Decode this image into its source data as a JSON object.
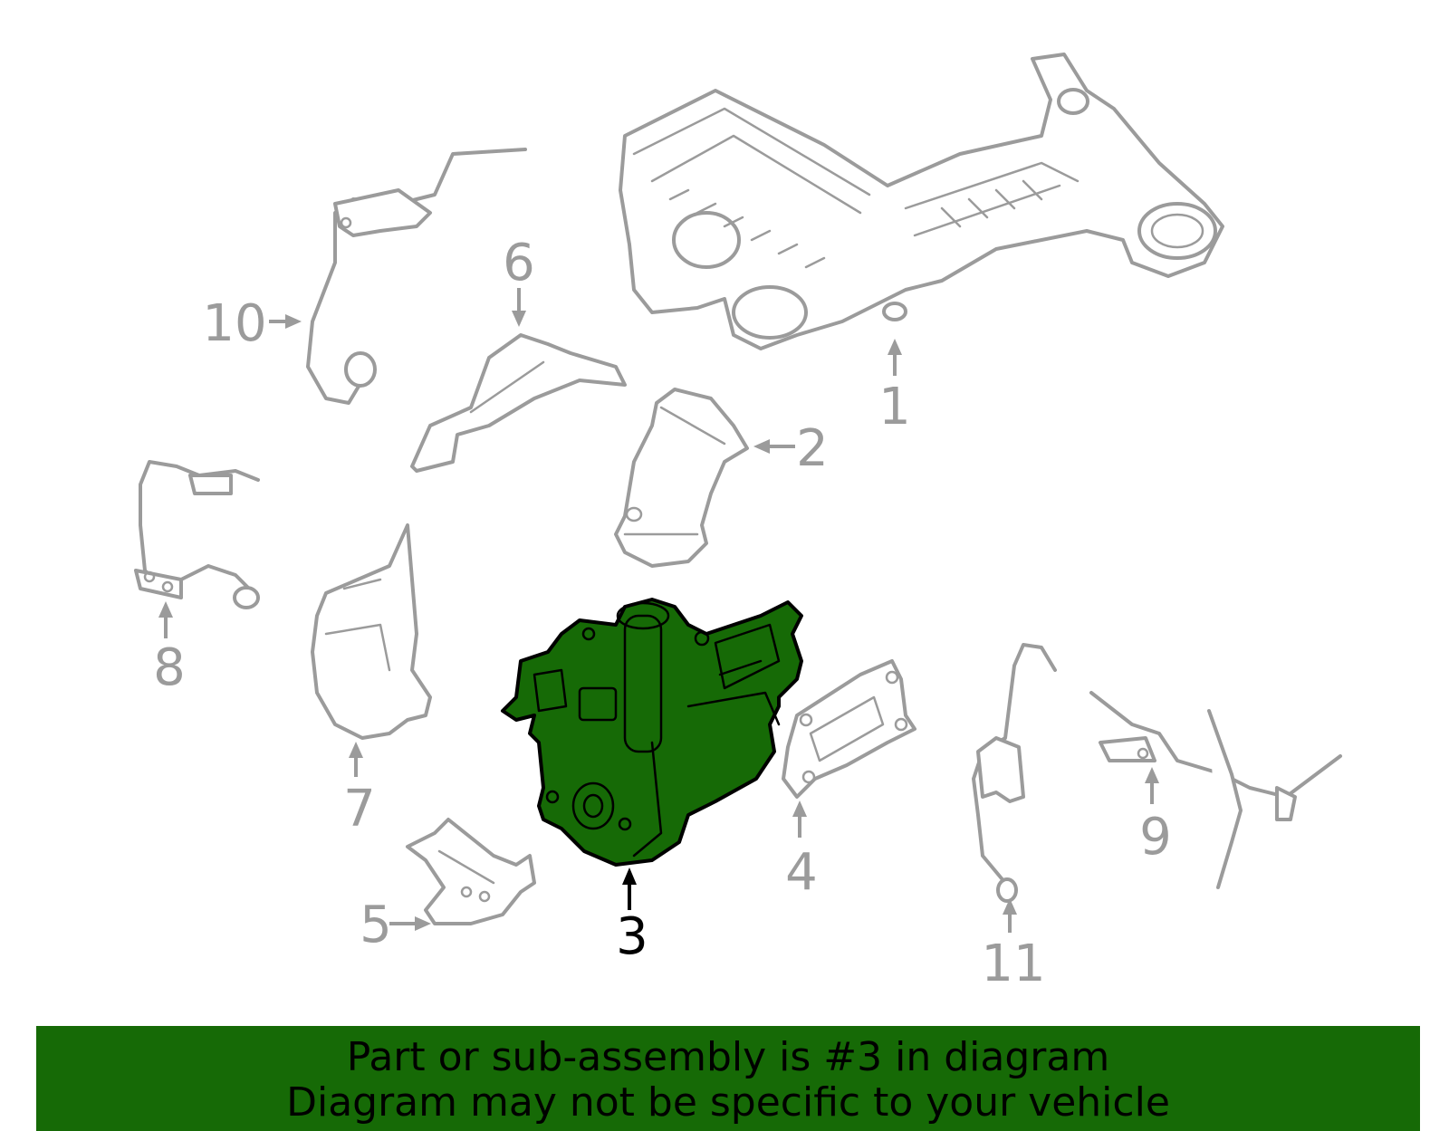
{
  "banner": {
    "line1": "Part or sub-assembly is #3 in diagram",
    "line2": "Diagram may not be specific to your vehicle"
  },
  "colors": {
    "highlight_fill": "#166a06",
    "banner_background": "#166a06",
    "part_outline": "#9b9b9b",
    "highlight_outline": "#000000"
  },
  "callouts": {
    "c1": "1",
    "c2": "2",
    "c3": "3",
    "c4": "4",
    "c5": "5",
    "c6": "6",
    "c7": "7",
    "c8": "8",
    "c9": "9",
    "c10": "10",
    "c11": "11"
  },
  "highlighted_part": "3"
}
